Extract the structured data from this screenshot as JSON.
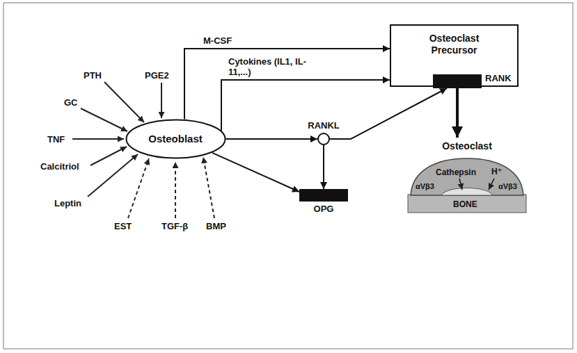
{
  "diagram": {
    "nodes": [
      {
        "text": [
          "Osteoclast Precursor"
        ]
      },
      {
        "text": [
          "RANK"
        ],
        "in": 0
      },
      {
        "text": [
          "Osteoblast"
        ]
      },
      {
        "text": [
          "RANKL"
        ]
      },
      {
        "text": [
          "OPG"
        ]
      },
      {
        "text": [
          "Osteoclast"
        ]
      }
    ],
    "edges": [
      {
        "from": 2,
        "to": 0,
        "label": "M-CSF",
        "arrow": "to"
      },
      {
        "from": 2,
        "to": 0,
        "label": "Cytokines (IL1, IL-11,...)",
        "arrow": "to"
      },
      {
        "from": 2,
        "to": 3,
        "arrow": "to"
      },
      {
        "from": 2,
        "to": 4,
        "arrow": "to"
      },
      {
        "from": 3,
        "to": 1,
        "arrow": "to"
      },
      {
        "from": 3,
        "to": 4,
        "arrow": "to"
      },
      {
        "from": 0,
        "to": 5,
        "arrow": "to"
      }
    ],
    "labels": [
      "GC",
      "PTH",
      "PGE2",
      "TNF",
      "Calcitriol",
      "Leptin",
      "EST",
      "TGF-β",
      "BMP",
      "Cathepsin",
      "H⁺",
      "αVβ3",
      "αVβ3",
      "BONE"
    ]
  }
}
